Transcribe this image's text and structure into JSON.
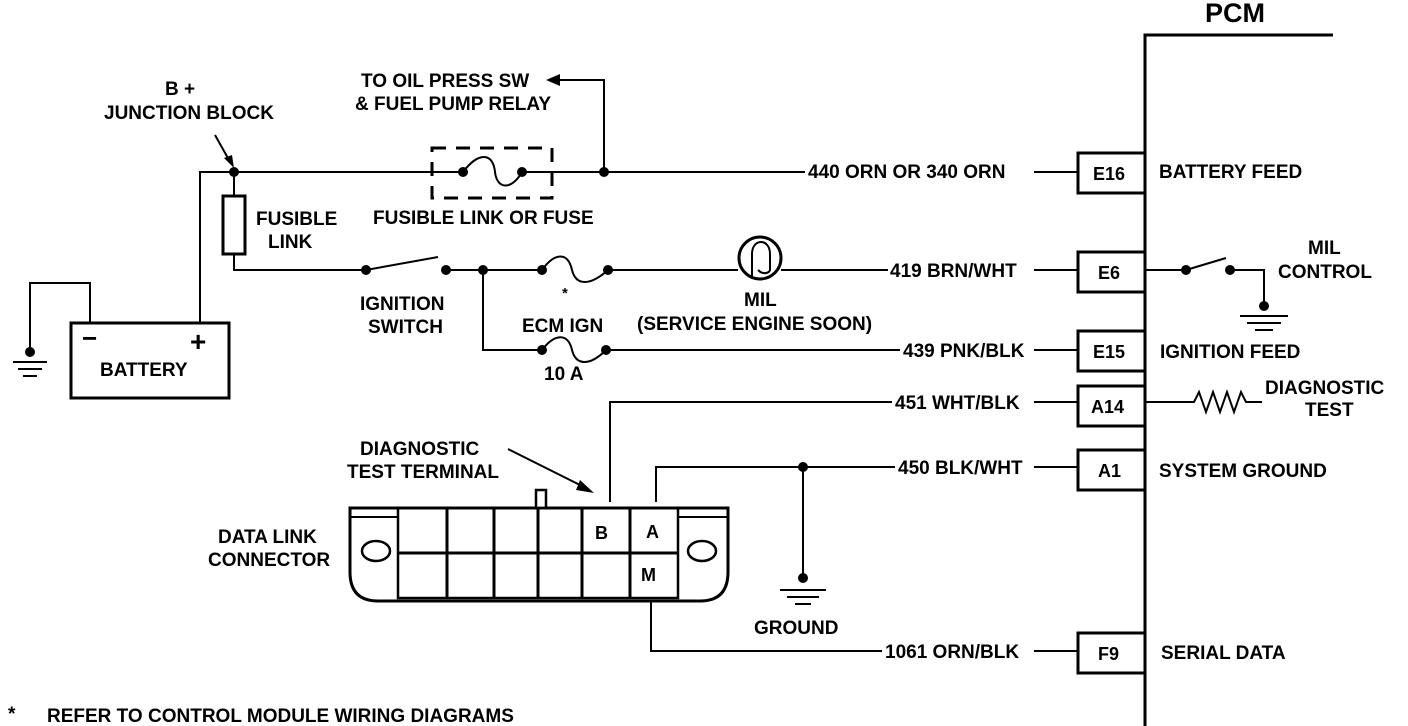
{
  "pcm": {
    "title": "PCM"
  },
  "battery": {
    "label": "BATTERY",
    "minus": "−",
    "plus": "+"
  },
  "junction": {
    "line1": "B +",
    "line2": "JUNCTION BLOCK"
  },
  "fusible_link": {
    "line1": "FUSIBLE",
    "line2": "LINK"
  },
  "oil_press": {
    "line1": "TO OIL PRESS SW",
    "line2": "& FUEL PUMP RELAY"
  },
  "fusible_link_or_fuse": "FUSIBLE LINK OR FUSE",
  "ignition_switch": {
    "line1": "IGNITION",
    "line2": "SWITCH"
  },
  "asterisk": "*",
  "mil": {
    "line1": "MIL",
    "line2": "(SERVICE ENGINE SOON)"
  },
  "ecm_ign": {
    "line1": "ECM IGN",
    "line2": "10 A"
  },
  "diagnostic_terminal": {
    "line1": "DIAGNOSTIC",
    "line2": "TEST TERMINAL"
  },
  "data_link": {
    "line1": "DATA LINK",
    "line2": "CONNECTOR",
    "cell_b": "B",
    "cell_a": "A",
    "cell_m": "M"
  },
  "ground_label": "GROUND",
  "wires": {
    "w440": "440 ORN OR 340 ORN",
    "w419": "419 BRN/WHT",
    "w439": "439 PNK/BLK",
    "w451": "451 WHT/BLK",
    "w450": "450 BLK/WHT",
    "w1061": "1061 ORN/BLK"
  },
  "pins": {
    "e16": "E16",
    "e6": "E6",
    "e15": "E15",
    "a14": "A14",
    "a1": "A1",
    "f9": "F9"
  },
  "functions": {
    "battery_feed": "BATTERY FEED",
    "ignition_feed": "IGNITION FEED",
    "system_ground": "SYSTEM GROUND",
    "serial_data": "SERIAL DATA"
  },
  "mil_control": {
    "line1": "MIL",
    "line2": "CONTROL"
  },
  "diagnostic_test": {
    "line1": "DIAGNOSTIC",
    "line2": "TEST"
  },
  "footnote": {
    "mark": "*",
    "text": "REFER TO CONTROL MODULE WIRING DIAGRAMS"
  }
}
